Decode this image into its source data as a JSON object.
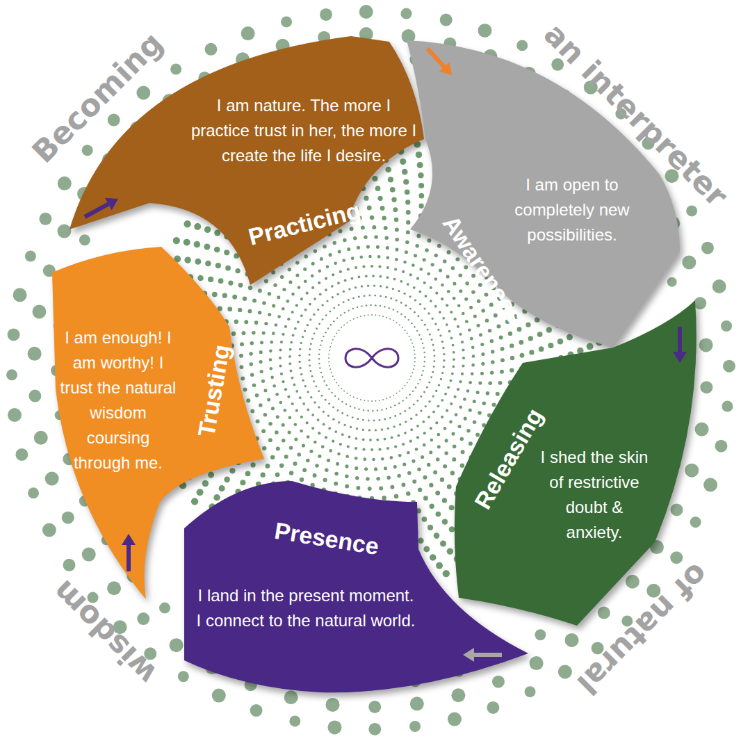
{
  "diagram": {
    "nodes": [
      {
        "text": [
          "Practicing",
          "I am nature. The more I practice trust in her, the more I create the life I desire."
        ]
      },
      {
        "text": [
          "Awareness",
          "I am open to completely new possibilities."
        ]
      },
      {
        "text": [
          "Releasing",
          "I shed the skin of restrictive doubt & anxiety."
        ]
      },
      {
        "text": [
          "Presence",
          "I land in the present moment. I connect to the natural world."
        ]
      },
      {
        "text": [
          "Trusting",
          "I am enough! I am worthy! I trust the natural wisdom coursing through me."
        ]
      }
    ],
    "labels": [
      "Becoming",
      "an interpreter",
      "of natural",
      "wisdom"
    ]
  }
}
